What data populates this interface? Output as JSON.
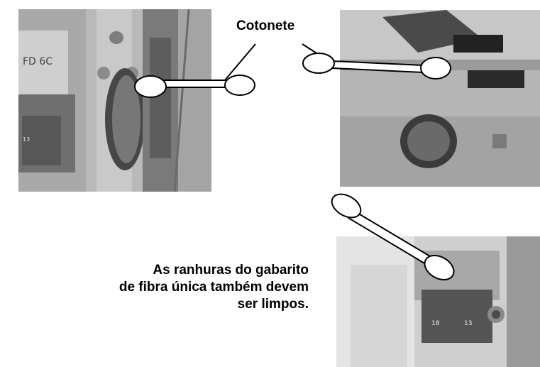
{
  "labels": {
    "swab": "Cotonete",
    "instruction": [
      "As ranhuras  do gabarito",
      "de fibra única também devem",
      "ser limpos."
    ]
  },
  "photos": {
    "top_left": {
      "text": [
        "FD 6C",
        "13"
      ]
    },
    "bottom_right": {
      "text": [
        "18",
        "13"
      ]
    }
  },
  "colors": {
    "swab": "#ffffff",
    "swab_outline": "#000000",
    "text": "#000000"
  }
}
